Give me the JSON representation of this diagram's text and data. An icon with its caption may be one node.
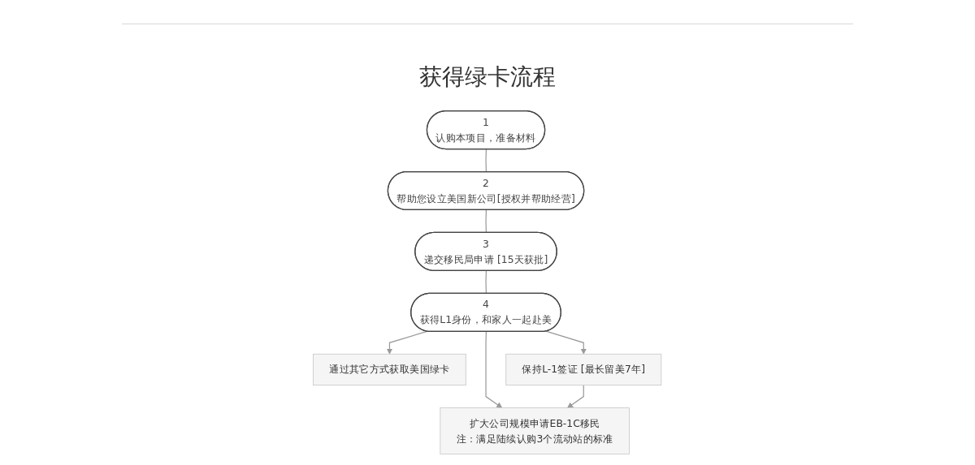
{
  "diagram": {
    "title": "获得绿卡流程",
    "nodes": [
      {
        "text": [
          "1",
          "认购本项目，准备材料"
        ]
      },
      {
        "text": [
          "2",
          "帮助您设立美国新公司[授权并帮助经营]"
        ]
      },
      {
        "text": [
          "3",
          "递交移民局申请 [15天获批]"
        ]
      },
      {
        "text": [
          "4",
          "获得L1身份，和家人一起赴美"
        ]
      },
      {
        "text": [
          "保持L-1签证 [最长留美7年]"
        ]
      },
      {
        "text": [
          "扩大公司规模申请EB-1C移民",
          "注：满足陆续认购3个流动站的标准"
        ]
      },
      {
        "text": [
          "通过其它方式获取美国绿卡"
        ]
      }
    ],
    "edges": [
      {
        "from": 0,
        "to": 1,
        "arrow": "none"
      },
      {
        "from": 1,
        "to": 2,
        "arrow": "none"
      },
      {
        "from": 2,
        "to": 3,
        "arrow": "none"
      },
      {
        "from": 3,
        "to": 4,
        "arrow": "to"
      },
      {
        "from": 3,
        "to": 5,
        "arrow": "to"
      },
      {
        "from": 3,
        "to": 6,
        "arrow": "to"
      },
      {
        "from": 4,
        "to": 5,
        "arrow": "to"
      }
    ]
  }
}
